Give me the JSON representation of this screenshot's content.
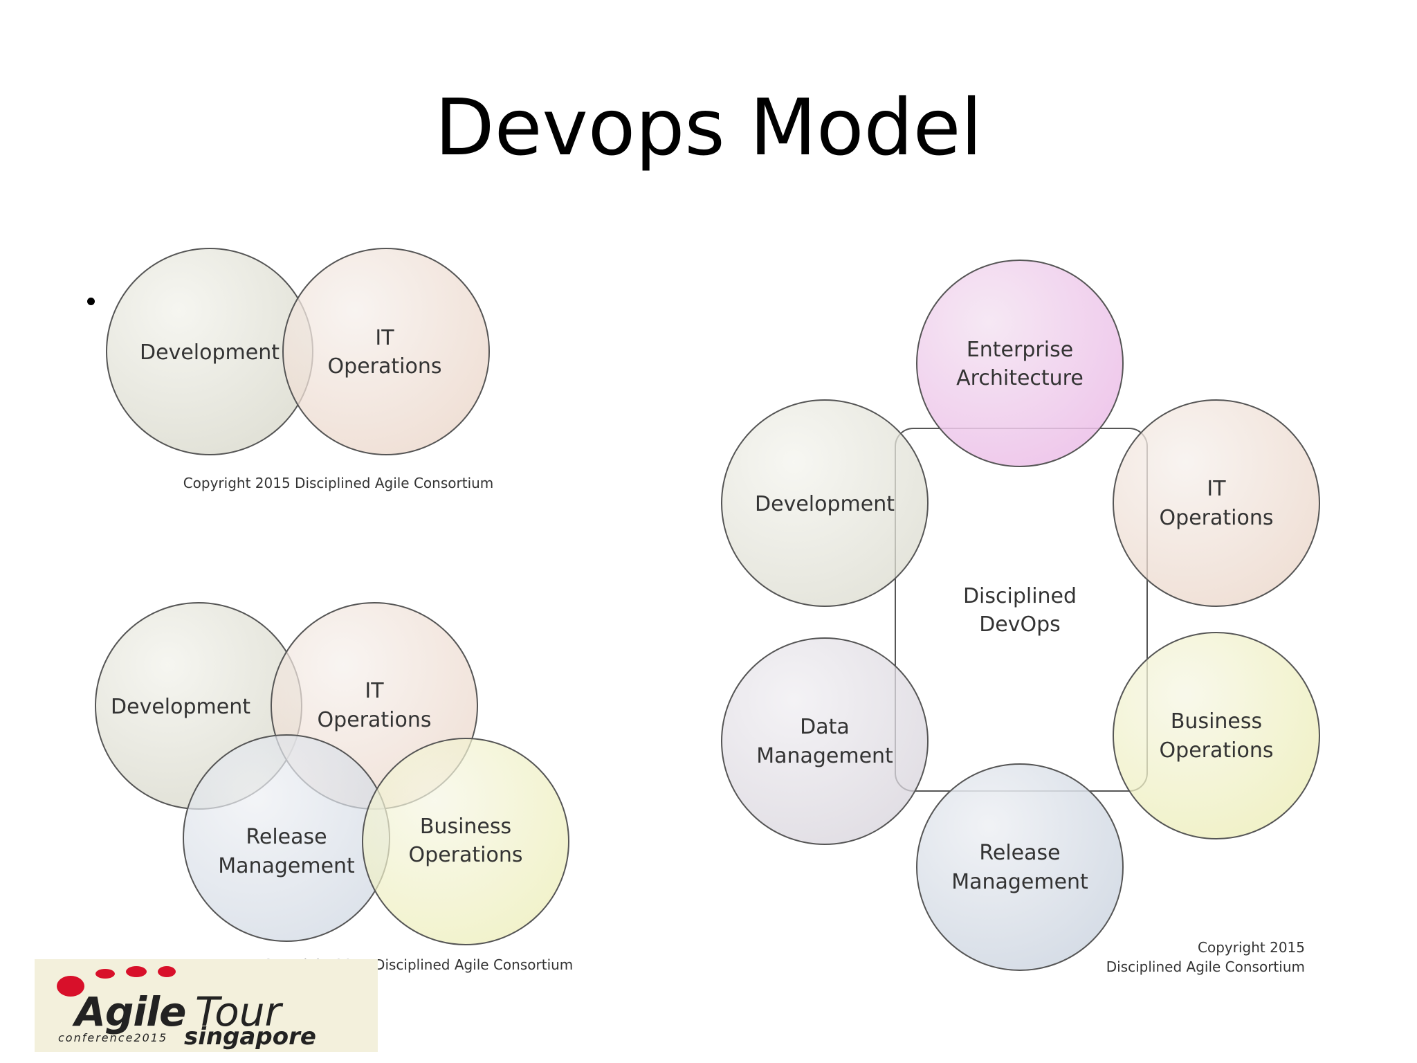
{
  "title": "Devops Model",
  "colors": {
    "development": "#e2e2d8",
    "it_operations": "#efdcd2",
    "release_management": "#d6dce6",
    "business_operations": "#f1f1c3",
    "enterprise_architecture": "#f0c8ec",
    "data_management": "#dcd8e0",
    "outline": "#555555"
  },
  "diagram_small": {
    "circles": [
      {
        "lines": [
          "Development"
        ]
      },
      {
        "lines": [
          "IT",
          "Operations"
        ]
      }
    ],
    "copyright": "Copyright 2015 Disciplined Agile Consortium"
  },
  "diagram_medium": {
    "circles": [
      {
        "lines": [
          "Development"
        ]
      },
      {
        "lines": [
          "IT",
          "Operations"
        ]
      },
      {
        "lines": [
          "Release",
          "Management"
        ]
      },
      {
        "lines": [
          "Business",
          "Operations"
        ]
      }
    ],
    "copyright": "Copyright 2015 Disciplined Agile Consortium"
  },
  "diagram_large": {
    "center": [
      "Disciplined",
      "DevOps"
    ],
    "circles": [
      {
        "lines": [
          "Enterprise",
          "Architecture"
        ]
      },
      {
        "lines": [
          "Development"
        ]
      },
      {
        "lines": [
          "IT",
          "Operations"
        ]
      },
      {
        "lines": [
          "Data",
          "Management"
        ]
      },
      {
        "lines": [
          "Business",
          "Operations"
        ]
      },
      {
        "lines": [
          "Release",
          "Management"
        ]
      }
    ],
    "copyright": [
      "Copyright 2015",
      "Disciplined Agile Consortium"
    ]
  },
  "logo": {
    "agile": "Agile",
    "tour": "Tour",
    "conference": "conference2015",
    "city": "singapore"
  }
}
